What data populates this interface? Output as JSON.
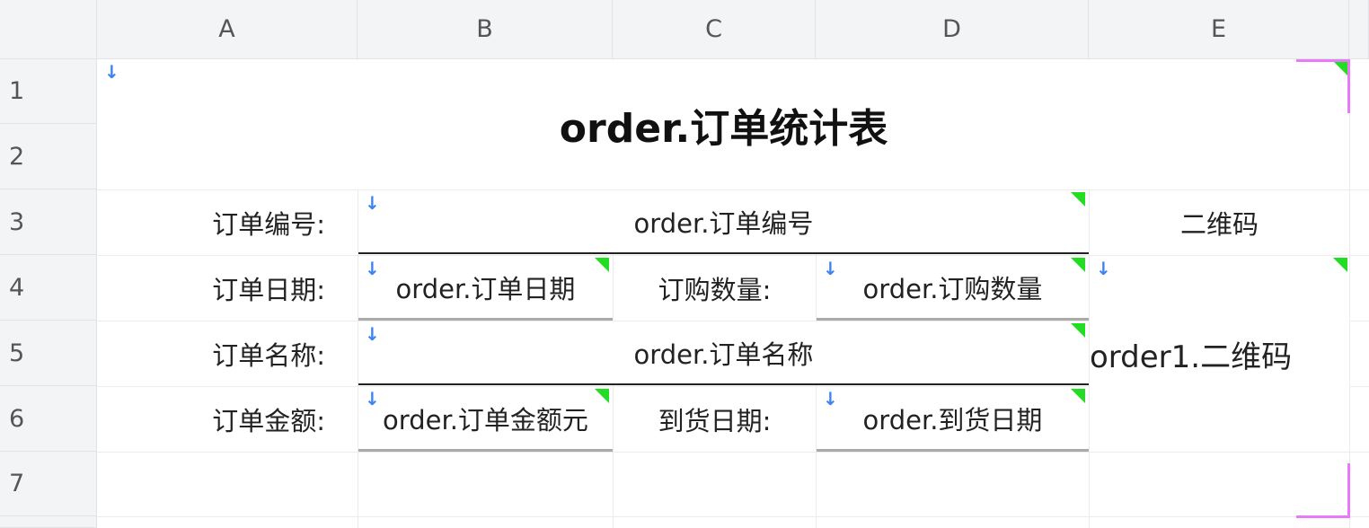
{
  "columns": [
    "A",
    "B",
    "C",
    "D",
    "E"
  ],
  "rows": [
    "1",
    "2",
    "3",
    "4",
    "5",
    "6",
    "7"
  ],
  "title": "order.订单统计表",
  "labels": {
    "order_no": "订单编号:",
    "order_date": "订单日期:",
    "qty": "订购数量:",
    "order_name": "订单名称:",
    "amount": "订单金额:",
    "arrival": "到货日期:",
    "qrcode": "二维码"
  },
  "fields": {
    "order_no": "order.订单编号",
    "order_date": "order.订单日期",
    "qty": "order.订购数量",
    "order_name": "order.订单名称",
    "amount": "order.订单金额元",
    "arrival": "order.到货日期",
    "qrcode": "order1.二维码"
  },
  "colors": {
    "arrow": "#3b82f6",
    "marker": "#22dd22",
    "selection": "#e879f9"
  }
}
